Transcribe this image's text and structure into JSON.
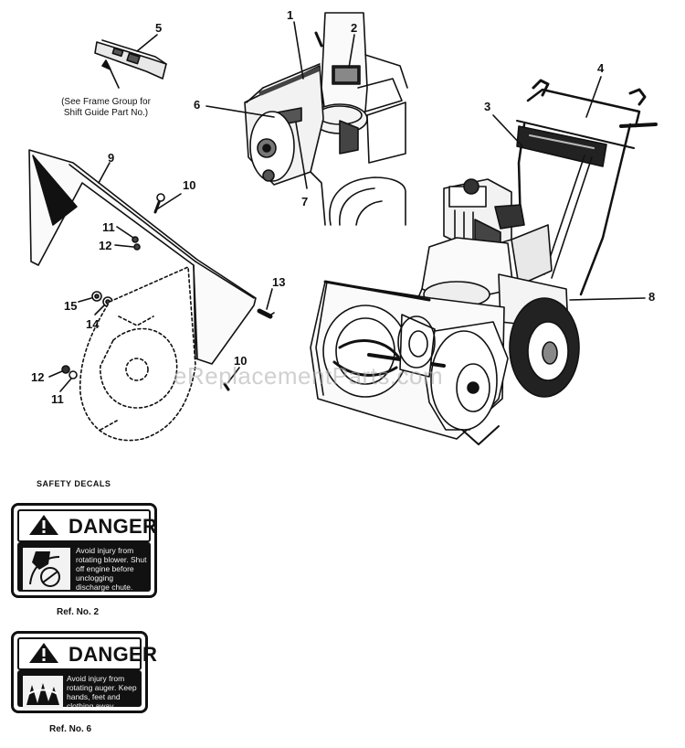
{
  "callouts": {
    "c1": "1",
    "c2": "2",
    "c3": "3",
    "c4": "4",
    "c5": "5",
    "c6": "6",
    "c7": "7",
    "c8": "8",
    "c9": "9",
    "c10a": "10",
    "c10b": "10",
    "c11a": "11",
    "c11b": "11",
    "c12a": "12",
    "c12b": "12",
    "c13": "13",
    "c14": "14",
    "c15": "15"
  },
  "note": {
    "line1": "(See Frame Group for",
    "line2": "Shift Guide Part No.)"
  },
  "safety": {
    "title": "SAFETY DECALS",
    "decal1": {
      "heading": "DANGER",
      "text": "Avoid injury from rotating blower. Shut off engine before unclogging discharge chute.",
      "ref": "Ref. No. 2"
    },
    "decal2": {
      "heading": "DANGER",
      "text": "Avoid injury from rotating auger. Keep hands, feet and clothing away.",
      "ref": "Ref. No. 6"
    }
  },
  "watermark": "eReplacementParts.com",
  "icons": {
    "warning": "warning-triangle-icon",
    "blower": "rotating-blower-icon",
    "auger": "rotating-auger-icon"
  }
}
